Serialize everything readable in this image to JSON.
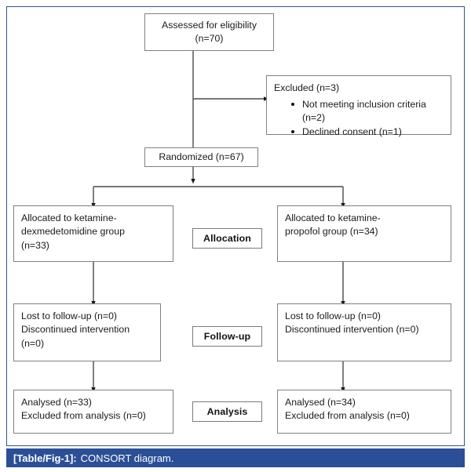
{
  "figure": {
    "caption_label": "[Table/Fig-1]:",
    "caption_text": "CONSORT diagram.",
    "caption_bar_color": "#2b4f96",
    "border_color": "#2f5496",
    "box_border_color": "#808080",
    "background": "#ffffff"
  },
  "nodes": {
    "assessed": {
      "line1": "Assessed for eligibility",
      "line2": "(n=70)"
    },
    "excluded": {
      "title": "Excluded (n=3)",
      "bullets": [
        "Not meeting inclusion criteria (n=2)",
        "Declined consent (n=1)"
      ]
    },
    "randomized": {
      "line1": "Randomized (n=67)"
    },
    "allocated_left": {
      "line1": "Allocated to ketamine-",
      "line2": "dexmedetomidine group",
      "line3": "(n=33)"
    },
    "allocated_right": {
      "line1": "Allocated to ketamine-",
      "line2": "propofol group (n=34)"
    },
    "followup_left": {
      "line1": "Lost to follow-up (n=0)",
      "line2": "Discontinued intervention",
      "line3": "(n=0)"
    },
    "followup_right": {
      "line1": "Lost to follow-up (n=0)",
      "line2": "Discontinued intervention (n=0)"
    },
    "analysis_left": {
      "line1": "Analysed (n=33)",
      "line2": "Excluded from analysis (n=0)"
    },
    "analysis_right": {
      "line1": "Analysed (n=34)",
      "line2": "Excluded from analysis (n=0)"
    }
  },
  "stages": {
    "allocation": "Allocation",
    "followup": "Follow-up",
    "analysis": "Analysis"
  }
}
